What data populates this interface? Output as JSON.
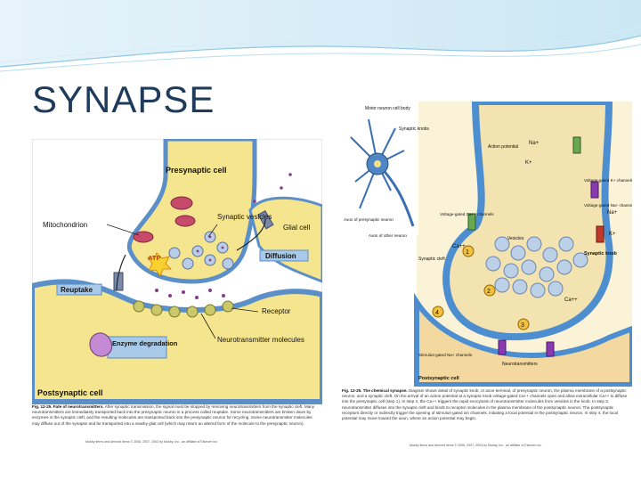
{
  "slide": {
    "title": "SYNAPSE"
  },
  "figure_left": {
    "labels": {
      "presynaptic": "Presynaptic cell",
      "mitochondrion": "Mitochondrion",
      "synaptic_vesicles": "Synaptic vesicles",
      "glial_cell": "Glial cell",
      "atp": "ATP",
      "diffusion": "Diffusion",
      "reuptake": "Reuptake",
      "receptor": "Receptor",
      "enzyme_degradation": "Enzyme degradation",
      "neurotransmitter_molecules": "Neurotransmitter molecules",
      "postsynaptic": "Postsynaptic cell"
    },
    "caption_title": "Fig. 12-25. Fate of neurotransmitters.",
    "caption_body": "After synaptic transmission, the signal must be stopped by removing neurotransmitters from the synaptic cleft. Many neurotransmitters are immediately transported back into the presynaptic neuron in a process called reuptake. Some neurotransmitters are broken down by enzymes in the synaptic cleft, and the resulting molecules are transported back into the presynaptic neuron for recycling. Some neurotransmitter molecules may diffuse out of the synapse and be transported into a nearby glial cell (which may return an altered form of the molecule to the presynaptic neuron).",
    "credit": "Mosby items and derived items © 2006, 2007, 2003 by Mosby, Inc., an affiliate of Elsevier Inc."
  },
  "figure_right": {
    "labels": {
      "motor_neuron": "Motor neuron cell body",
      "synaptic_knobs": "Synaptic knobs",
      "axon_presynaptic": "Axon of presynaptic neuron",
      "axon_other": "Axon of other neuron",
      "action_potential": "Action potential",
      "k_channels": "Voltage-gated K+ channels",
      "na_channels": "Voltage-gated Na+ channels",
      "ca_channels": "Voltage-gated Ca++ channels",
      "vesicles": "Vesicles",
      "synaptic_knob": "Synaptic knob",
      "synaptic_cleft": "Synaptic cleft",
      "stimulus_gated": "Stimulus-gated Na+ channels",
      "neurotransmitters": "Neurotransmitters",
      "postsynaptic_cell": "Postsynaptic cell"
    },
    "ions": {
      "na": "Na+",
      "k": "K+",
      "ca": "Ca++"
    },
    "steps": [
      "1",
      "2",
      "3",
      "4"
    ],
    "caption_title": "Fig. 12-25. The chemical synapse.",
    "caption_body": "Diagram shows detail of synaptic knob, or axon terminal, of presynaptic neuron, the plasma membrane of a postsynaptic neuron, and a synaptic cleft. On the arrival of an action potential at a synaptic knob voltage-gated Ca++ channels open and allow extracellular Ca++ to diffuse into the presynaptic cell (step 1). In step 2, the Ca++ triggers the rapid exocytosis of neurotransmitter molecules from vesicles in the knob. In step 3, neurotransmitter diffuses into the synaptic cleft and binds to receptor molecules in the plasma membrane of the postsynaptic neuron. The postsynaptic receptors directly or indirectly trigger the opening of stimulus-gated ion channels, initiating a local potential in the postsynaptic neuron. In step 4, the local potential may move toward the axon, where an action potential may begin.",
    "credit": "Mosby items and derived items © 2006, 2007, 2003 by Mosby, Inc., an affiliate of Elsevier Inc."
  },
  "colors": {
    "title": "#1f3b5b",
    "cell_yellow": "#f6e58f",
    "cell_outline": "#5b8fc9",
    "label_box": "#a9c9e8"
  }
}
